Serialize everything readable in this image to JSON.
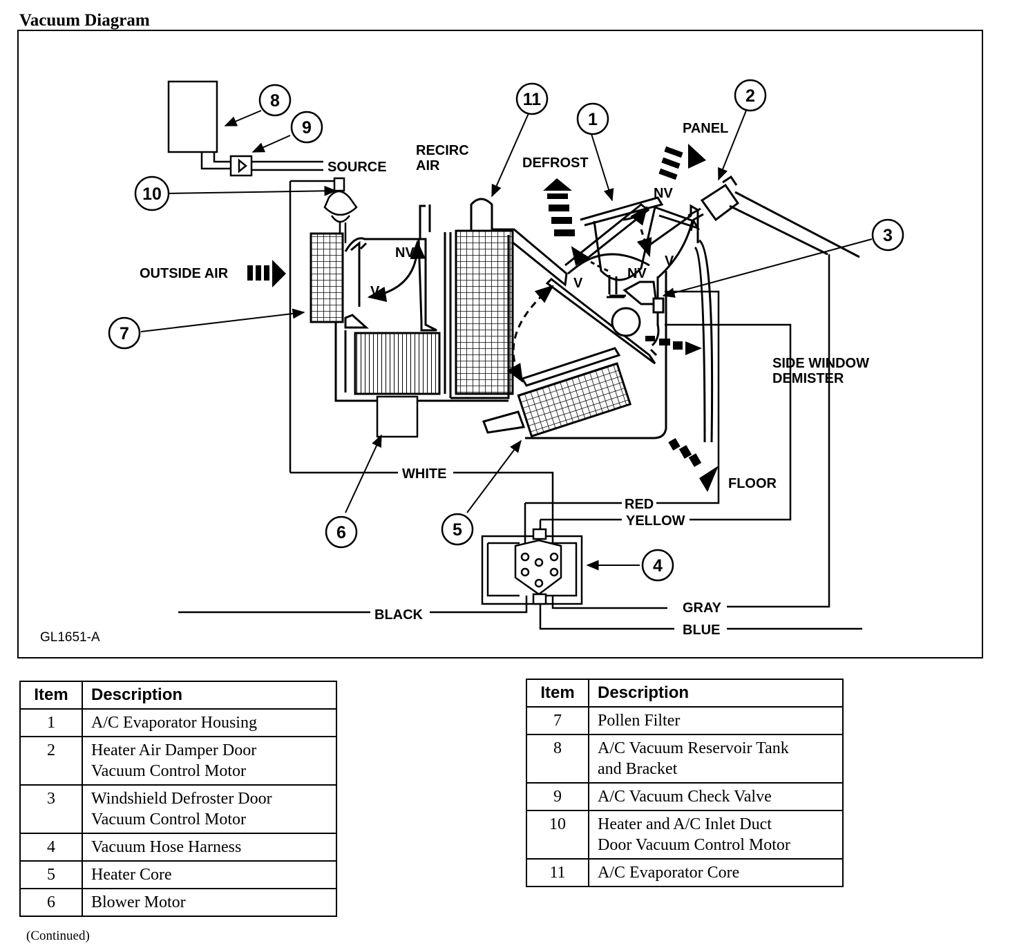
{
  "title": "Vacuum Diagram",
  "figure_id": "GL1651-A",
  "callouts": [
    "1",
    "2",
    "3",
    "4",
    "5",
    "6",
    "7",
    "8",
    "9",
    "10",
    "11"
  ],
  "labels": {
    "source": "SOURCE",
    "recirc_air": [
      "RECIRC",
      "AIR"
    ],
    "defrost": "DEFROST",
    "panel": "PANEL",
    "outside_air": "OUTSIDE AIR",
    "side_window_demister": [
      "SIDE WINDOW",
      "DEMISTER"
    ],
    "floor": "FLOOR",
    "nv": "NV",
    "v": "V"
  },
  "hoses": {
    "white": "WHITE",
    "red": "RED",
    "yellow": "YELLOW",
    "black": "BLACK",
    "gray": "GRAY",
    "blue": "BLUE"
  },
  "table_headers": {
    "item": "Item",
    "description": "Description"
  },
  "table_left": [
    {
      "item": "1",
      "lines": [
        "A/C Evaporator Housing"
      ]
    },
    {
      "item": "2",
      "lines": [
        "Heater Air Damper Door",
        "Vacuum Control Motor"
      ]
    },
    {
      "item": "3",
      "lines": [
        "Windshield Defroster Door",
        "Vacuum Control Motor"
      ]
    },
    {
      "item": "4",
      "lines": [
        "Vacuum Hose Harness"
      ]
    },
    {
      "item": "5",
      "lines": [
        "Heater Core"
      ]
    },
    {
      "item": "6",
      "lines": [
        "Blower Motor"
      ]
    }
  ],
  "table_right": [
    {
      "item": "7",
      "lines": [
        "Pollen Filter"
      ]
    },
    {
      "item": "8",
      "lines": [
        "A/C Vacuum Reservoir Tank",
        "and Bracket"
      ]
    },
    {
      "item": "9",
      "lines": [
        "A/C Vacuum Check Valve"
      ]
    },
    {
      "item": "10",
      "lines": [
        "Heater and A/C Inlet Duct",
        "Door Vacuum Control Motor"
      ]
    },
    {
      "item": "11",
      "lines": [
        "A/C Evaporator Core"
      ]
    }
  ],
  "continued": "(Continued)"
}
